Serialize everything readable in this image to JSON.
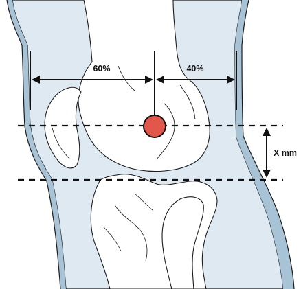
{
  "labels": {
    "left_percent": "60%",
    "right_percent": "40%",
    "distance": "X mm"
  },
  "colors": {
    "leg_fill": "#dfe9f2",
    "leg_shadow": "#a9c3d6",
    "outline": "#111111",
    "target_marker": "#e2574c"
  }
}
